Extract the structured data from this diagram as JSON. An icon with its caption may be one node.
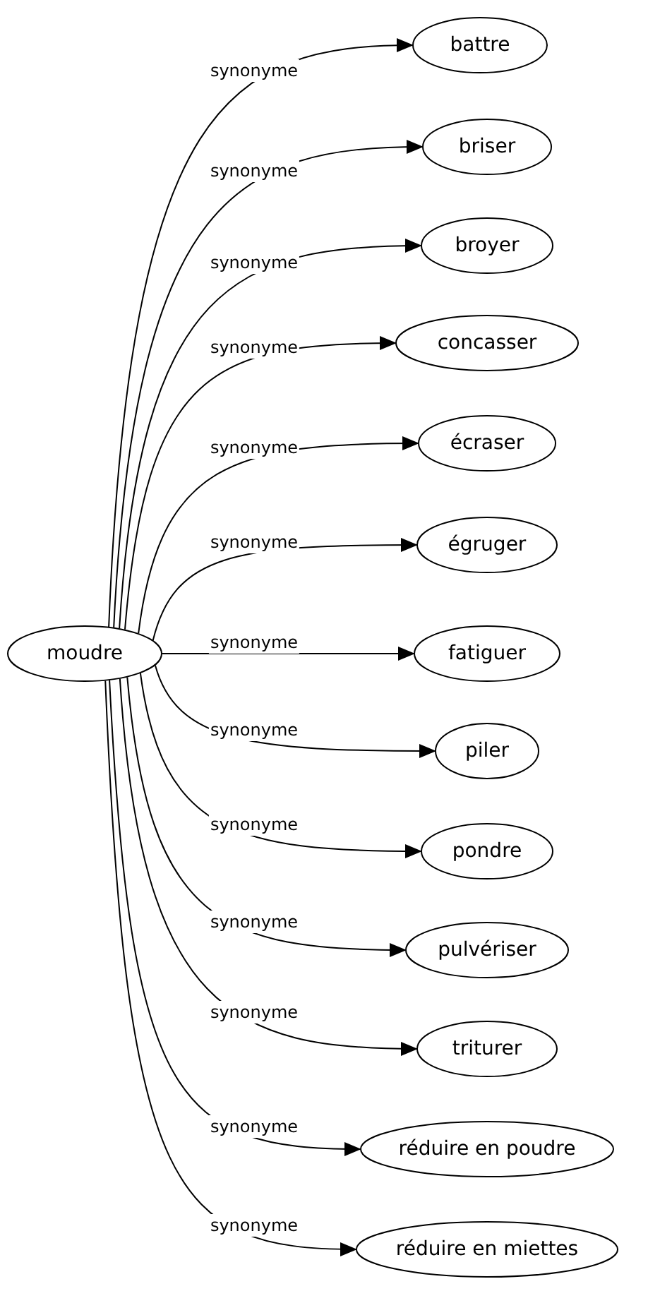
{
  "diagram": {
    "nodes": [
      {
        "text": [
          "moudre"
        ]
      },
      {
        "text": [
          "battre"
        ]
      },
      {
        "text": [
          "briser"
        ]
      },
      {
        "text": [
          "broyer"
        ]
      },
      {
        "text": [
          "concasser"
        ]
      },
      {
        "text": [
          "écraser"
        ]
      },
      {
        "text": [
          "égruger"
        ]
      },
      {
        "text": [
          "fatiguer"
        ]
      },
      {
        "text": [
          "piler"
        ]
      },
      {
        "text": [
          "pondre"
        ]
      },
      {
        "text": [
          "pulvériser"
        ]
      },
      {
        "text": [
          "triturer"
        ]
      },
      {
        "text": [
          "réduire en poudre"
        ]
      },
      {
        "text": [
          "réduire en miettes"
        ]
      }
    ],
    "edges": [
      {
        "from": 0,
        "to": 1,
        "arrow": "to",
        "label": "synonyme"
      },
      {
        "from": 0,
        "to": 2,
        "arrow": "to",
        "label": "synonyme"
      },
      {
        "from": 0,
        "to": 3,
        "arrow": "to",
        "label": "synonyme"
      },
      {
        "from": 0,
        "to": 4,
        "arrow": "to",
        "label": "synonyme"
      },
      {
        "from": 0,
        "to": 5,
        "arrow": "to",
        "label": "synonyme"
      },
      {
        "from": 0,
        "to": 6,
        "arrow": "to",
        "label": "synonyme"
      },
      {
        "from": 0,
        "to": 7,
        "arrow": "to",
        "label": "synonyme"
      },
      {
        "from": 0,
        "to": 8,
        "arrow": "to",
        "label": "synonyme"
      },
      {
        "from": 0,
        "to": 9,
        "arrow": "to",
        "label": "synonyme"
      },
      {
        "from": 0,
        "to": 10,
        "arrow": "to",
        "label": "synonyme"
      },
      {
        "from": 0,
        "to": 11,
        "arrow": "to",
        "label": "synonyme"
      },
      {
        "from": 0,
        "to": 12,
        "arrow": "to",
        "label": "synonyme"
      },
      {
        "from": 0,
        "to": 13,
        "arrow": "to",
        "label": "synonyme"
      }
    ]
  }
}
